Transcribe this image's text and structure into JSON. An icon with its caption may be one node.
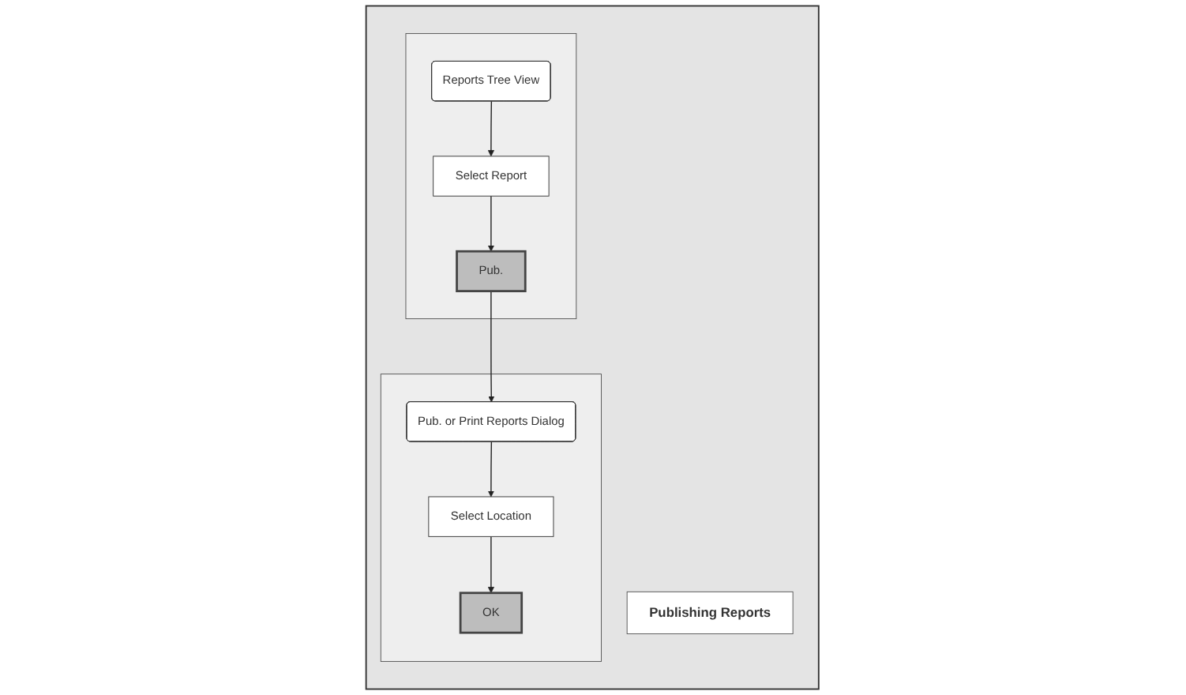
{
  "diagram": {
    "nodes": [
      {
        "text": [],
        "shape": "box"
      },
      {
        "text": [
          "Publishing Reports"
        ],
        "in": 0
      },
      {
        "text": [],
        "shape": "box",
        "in": 0
      },
      {
        "text": [
          "Reports Tree View"
        ],
        "in": 2
      },
      {
        "text": [
          "Select Report"
        ],
        "in": 2
      },
      {
        "text": [
          "Pub."
        ],
        "in": 2
      },
      {
        "text": [],
        "shape": "box",
        "in": 0
      },
      {
        "text": [
          "Pub. or Print Reports Dialog"
        ],
        "in": 6
      },
      {
        "text": [
          "Select Location"
        ],
        "in": 6
      },
      {
        "text": [
          "OK"
        ],
        "in": 6
      }
    ],
    "edges": [
      {
        "from": 3,
        "to": 4,
        "arrow": "to"
      },
      {
        "from": 4,
        "to": 5,
        "arrow": "to"
      },
      {
        "from": 5,
        "to": 7,
        "arrow": "to"
      },
      {
        "from": 7,
        "to": 8,
        "arrow": "to"
      },
      {
        "from": 8,
        "to": 9,
        "arrow": "to"
      }
    ]
  }
}
